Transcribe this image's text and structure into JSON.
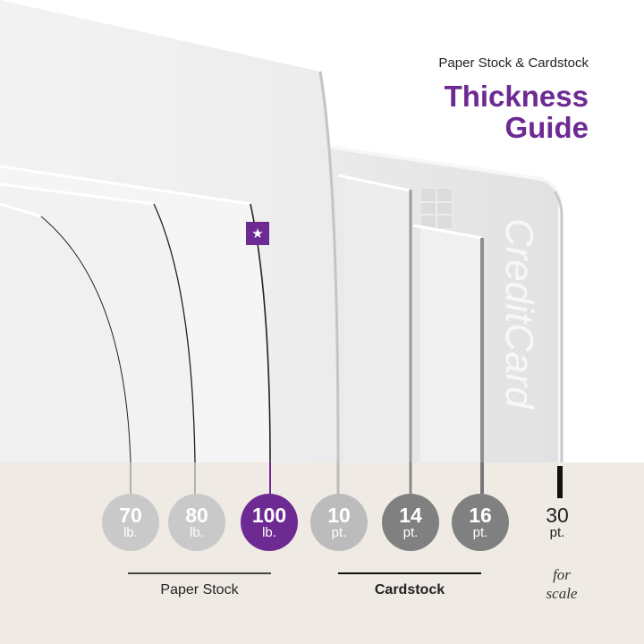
{
  "header": {
    "subtitle": "Paper Stock & Cardstock",
    "title_line1": "Thickness",
    "title_line2": "Guide"
  },
  "credit_card": {
    "label": "CreditCard"
  },
  "featured_icon": "star-icon",
  "stocks": [
    {
      "id": "70lb",
      "value": "70",
      "unit": "lb."
    },
    {
      "id": "80lb",
      "value": "80",
      "unit": "lb."
    },
    {
      "id": "100lb",
      "value": "100",
      "unit": "lb."
    },
    {
      "id": "10pt",
      "value": "10",
      "unit": "pt."
    },
    {
      "id": "14pt",
      "value": "14",
      "unit": "pt."
    },
    {
      "id": "16pt",
      "value": "16",
      "unit": "pt."
    },
    {
      "id": "30pt",
      "value": "30",
      "unit": "pt."
    }
  ],
  "groups": {
    "paper_stock": "Paper Stock",
    "cardstock": "Cardstock",
    "scale_note_line1": "for",
    "scale_note_line2": "scale"
  },
  "colors": {
    "accent": "#6e2a93",
    "background": "#efebe4",
    "badge_light": "#c9c9c9",
    "badge_dark": "#808080"
  }
}
